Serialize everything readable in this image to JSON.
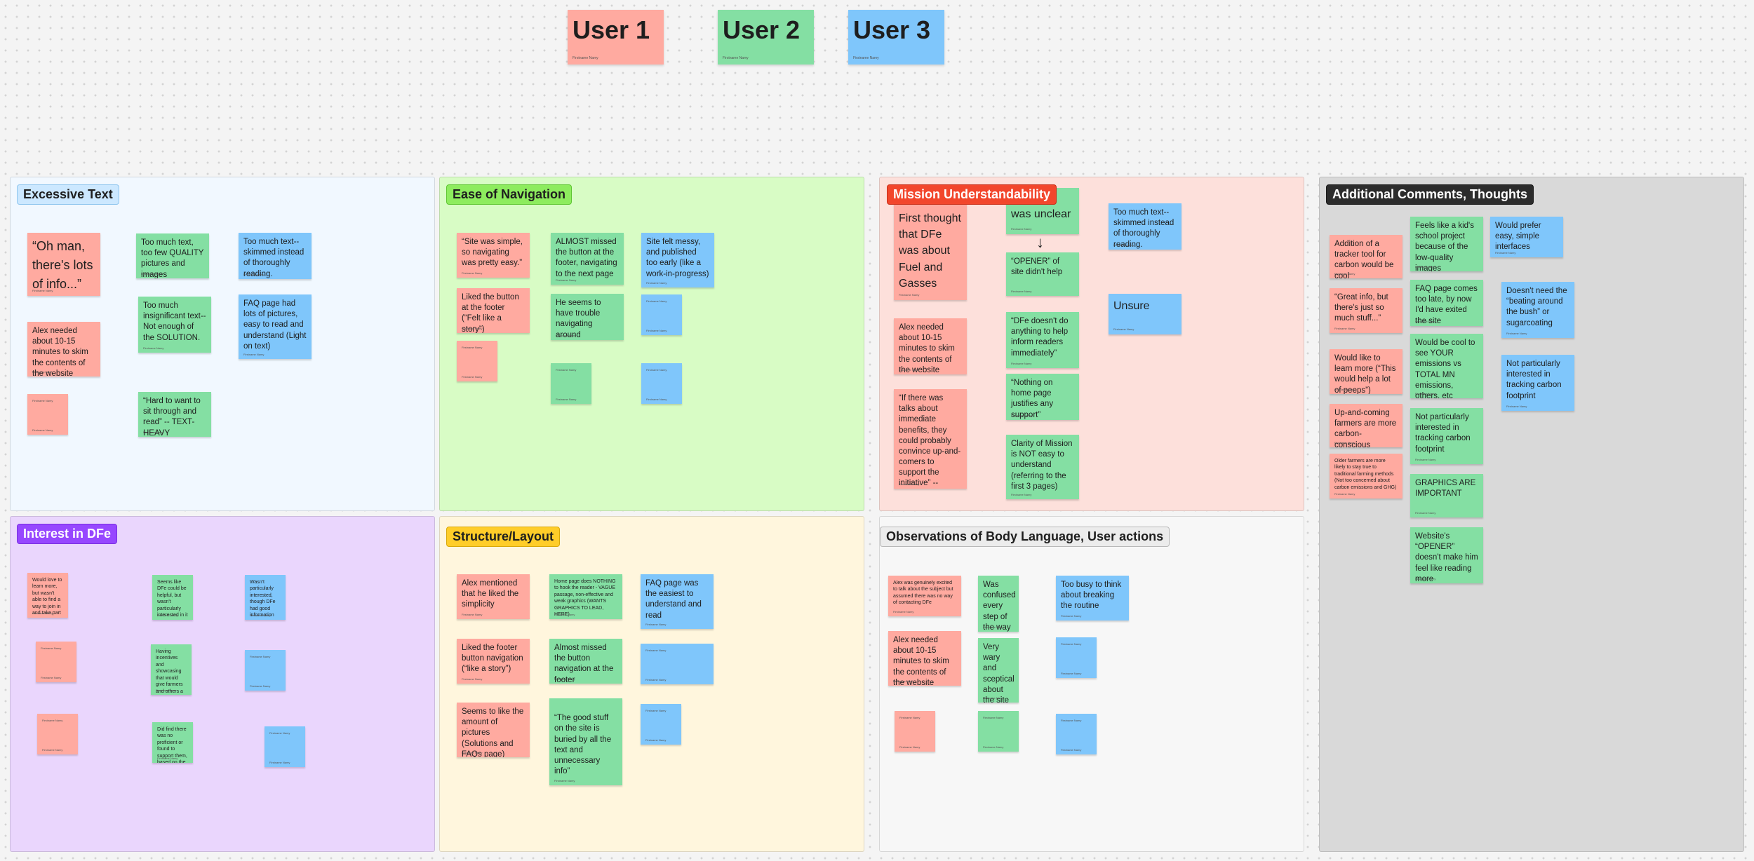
{
  "users": [
    {
      "label": "User 1",
      "meta": "Firstname Namy",
      "color": "#ffaaa0"
    },
    {
      "label": "User 2",
      "meta": "Firstname Namy",
      "color": "#84dfa3"
    },
    {
      "label": "User 3",
      "meta": "Firstname Namy",
      "color": "#7fc6fb"
    }
  ],
  "note_meta": "Firstname Namy",
  "colors": {
    "user1": "#ffaaa0",
    "user2": "#84dfa3",
    "user3": "#7fc6fb"
  },
  "sections": {
    "excessive_text": {
      "label": "Excessive Text",
      "notes": [
        "“Oh man, there's lots of info...”",
        "Alex needed about 10-15 minutes to skim the contents of the website",
        "Too much text, too few QUALITY pictures and images",
        "Too much insignificant text-- Not enough of the SOLUTION.",
        "“Hard to want to sit through and read” -- TEXT-HEAVY",
        "Too much text-- skimmed instead of thoroughly reading.",
        "FAQ page had lots of pictures, easy to read and understand (Light on text)"
      ]
    },
    "ease_of_navigation": {
      "label": "Ease of Navigation",
      "notes": [
        "“Site was simple, so navigating was pretty easy.”",
        "Liked the button at the footer (“Felt like a story”)",
        "ALMOST missed the button at the footer, navigating to the next page",
        "He seems to have trouble navigating around",
        "Site felt messy, and published too early (like a work-in-progress)"
      ]
    },
    "mission": {
      "label": "Mission Understandability",
      "notes": [
        "First thought that DFe was about Fuel and Gasses",
        "Alex needed about 10-15 minutes to skim the contents of the website",
        "“If there was talks about immediate benefits, they could probably convince up-and-comers to support the initiative” -- CARBON CREDITS",
        "was unclear",
        "“OPENER” of site didn't help",
        "“DFe doesn't do anything to help inform readers immediately”",
        "“Nothing on home page justifies any support”",
        "Clarity of Mission is NOT easy to understand (referring to the first 3 pages)",
        "Too much text-- skimmed instead of thoroughly reading.",
        "Unsure"
      ]
    },
    "additional": {
      "label": "Additional Comments, Thoughts",
      "notes": [
        "Addition of a tracker tool for carbon would be cool",
        "“Great info, but there's just so much stuff...”",
        "Would like to learn more (“This would help a lot of peeps”)",
        "Up-and-coming farmers are more carbon-conscious",
        "Older farmers are more likely to stay true to traditional farming methods (Not too concerned about carbon emissions and GHG)",
        "Feels like a kid's school project because of the low-quality images",
        "FAQ page comes too late, by now I'd have exited the site",
        "Would be cool to see YOUR emissions vs TOTAL MN emissions, others, etc",
        "Not particularly interested in tracking carbon footprint",
        "GRAPHICS ARE IMPORTANT",
        "Website's “OPENER” doesn't make him feel like reading more",
        "Would prefer easy, simple interfaces",
        "Doesn't need the “beating around the bush” or sugarcoating",
        "Not particularly interested in tracking carbon footprint"
      ]
    },
    "interest": {
      "label": "Interest in DFe",
      "notes": [
        "Would love to learn more, but wasn't able to find a way to join in and take part",
        "Seems like DFe could be helpful, but wasn't particularly interested in it",
        "Having incentives and showcasing that would give farmers and others a reason to support DFe",
        "Did find there was no proficient or found to support them, based on the site content",
        "Wasn't particularly interested, though DFe had good information"
      ]
    },
    "structure": {
      "label": "Structure/Layout",
      "notes": [
        "Alex mentioned that he liked the simplicity",
        "Liked the footer button navigation (“like a story”)",
        "Seems to like the amount of pictures (Solutions and FAQs page)",
        "Home page does NOTHING to hook the reader - VAGUE passage, non-effective and weak graphics (WANTS GRAPHICS TO LEAD, HERE)",
        "Almost missed the button navigation at the footer",
        "“The good stuff on the site is buried by all the text and unnecessary info”\n\n(Regarding the data and statistics)",
        "FAQ page was the easiest to understand and read"
      ]
    },
    "observations": {
      "label": "Observations of Body Language, User actions",
      "notes": [
        "Alex was genuinely excited to talk about the subject but assumed there was no way of contacting DFe",
        "Alex needed about 10-15 minutes to skim the contents of the website",
        "Was confused every step of the way",
        "Very wary and sceptical about the site",
        "Too busy to think about breaking the routine"
      ]
    }
  }
}
